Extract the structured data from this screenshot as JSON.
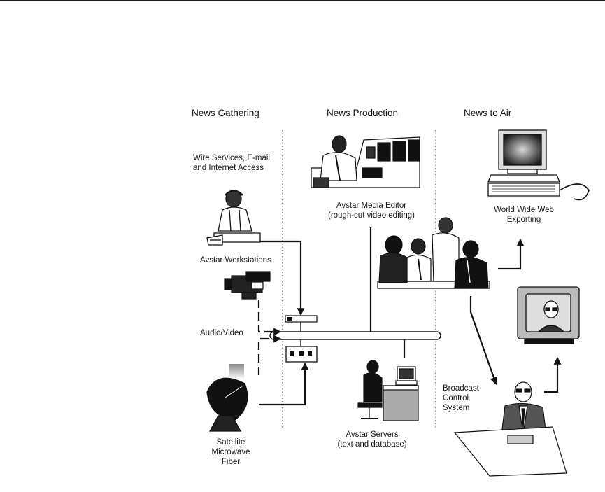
{
  "columns": {
    "gathering": "News Gathering",
    "production": "News Production",
    "air": "News to Air"
  },
  "labels": {
    "wire": [
      "Wire Services, E-mail",
      "and Internet Access"
    ],
    "workstations": "Avstar Workstations",
    "audio_video": "Audio/Video",
    "satellite": [
      "Satellite",
      "Microwave",
      "Fiber"
    ],
    "media_editor": [
      "Avstar Media Editor",
      "(rough-cut video editing)"
    ],
    "servers": [
      "Avstar Servers",
      "(text and database)"
    ],
    "web": [
      "World Wide Web",
      "Exporting"
    ],
    "broadcast": [
      "Broadcast",
      "Control",
      "System"
    ]
  },
  "icons": {
    "reporter": "reporter-icon",
    "camera": "video-camera-icon",
    "dish": "satellite-dish-icon",
    "editor": "video-editor-icon",
    "team": "production-team-icon",
    "server": "server-workstation-icon",
    "computer": "computer-icon",
    "tv": "television-icon",
    "anchor": "news-anchor-icon",
    "router": "router-icon",
    "converter": "converter-icon"
  },
  "colors": {
    "line": "#111111",
    "divider": "#444444",
    "ink": "#1a1a1a"
  }
}
